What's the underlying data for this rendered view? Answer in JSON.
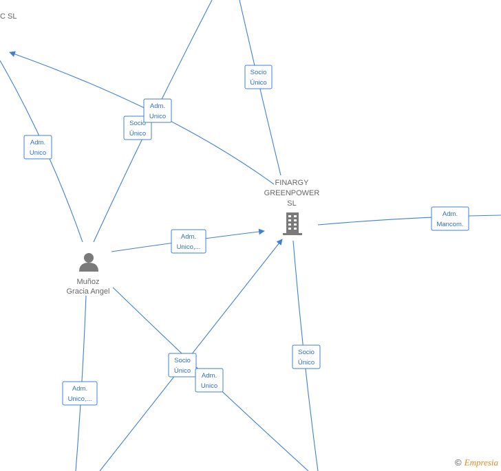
{
  "nodes": {
    "company": {
      "lines": [
        "FINARGY",
        "GREENPOWER",
        "SL"
      ]
    },
    "person": {
      "lines": [
        "Muñoz",
        "Gracia Angel"
      ]
    },
    "topleft": {
      "text": "C  SL"
    }
  },
  "edge_labels": [
    [
      "Socio",
      "Único"
    ],
    [
      "Adm.",
      "Unico"
    ],
    [
      "Socio",
      "Único"
    ],
    [
      "Adm.",
      "Unico"
    ],
    [
      "Adm.",
      "Unico,..."
    ],
    [
      "Adm.",
      "Mancom."
    ],
    [
      "Socio",
      "Único"
    ],
    [
      "Adm.",
      "Unico"
    ],
    [
      "Socio",
      "Único"
    ],
    [
      "Adm.",
      "Unico,..."
    ]
  ],
  "colors": {
    "edge": "#3d7fd6",
    "node_text": "#666666",
    "icon": "#7a7a7a",
    "brand": "#e08a1e"
  },
  "icons": {
    "company": "building-icon",
    "person": "person-icon"
  },
  "brand": {
    "copyright": "©",
    "name": "Empresia"
  }
}
